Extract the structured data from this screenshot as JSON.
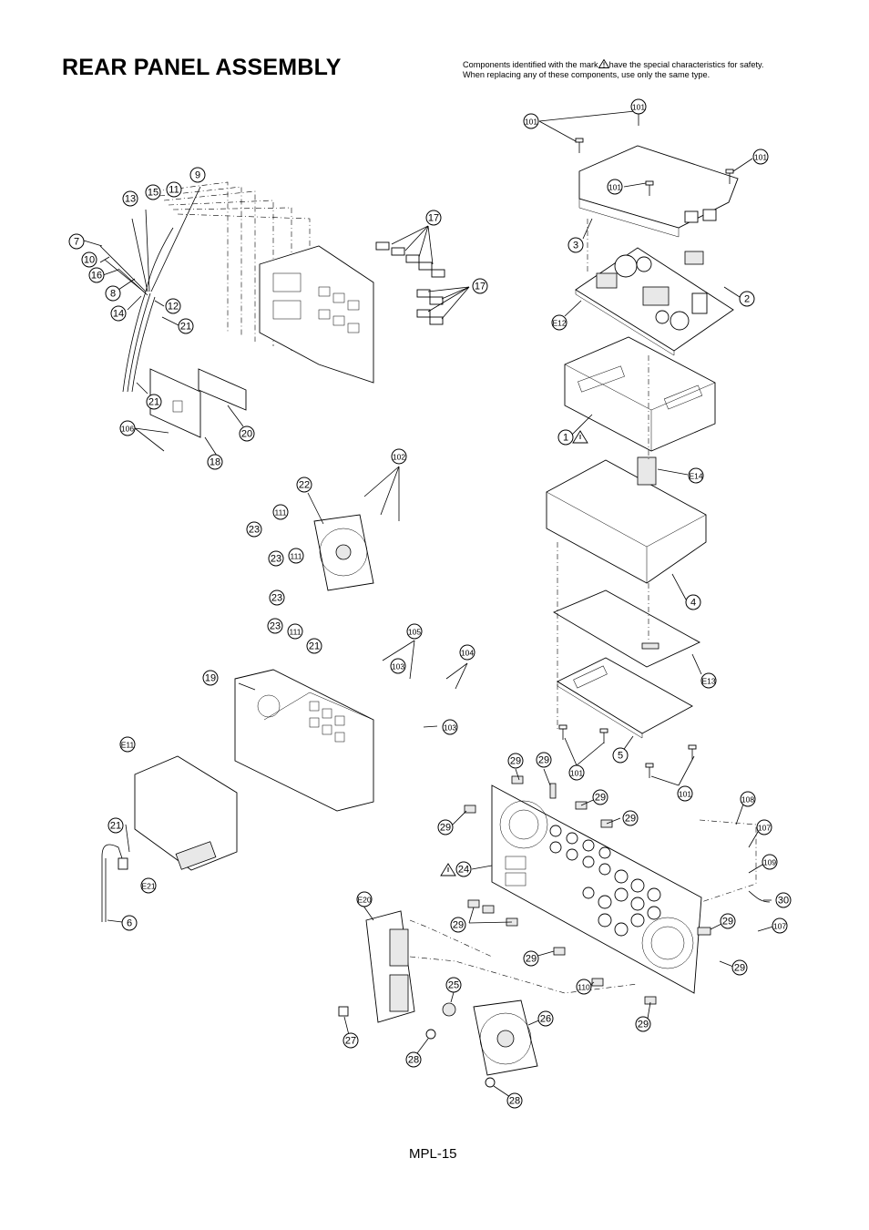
{
  "title": "REAR PANEL ASSEMBLY",
  "safety_note": {
    "line1_before": "Components identified with the mark",
    "line1_after": "have the special characteristics for safety.",
    "line2": "When replacing any of these components, use only the same type."
  },
  "page_number": "MPL-15",
  "icons": {
    "safety_mark": "warning-triangle-icon"
  },
  "callouts": [
    {
      "label": "101"
    },
    {
      "label": "101"
    },
    {
      "label": "101"
    },
    {
      "label": "101"
    },
    {
      "label": "3"
    },
    {
      "label": "2"
    },
    {
      "label": "E12"
    },
    {
      "label": "1"
    },
    {
      "label": "E14"
    },
    {
      "label": "4"
    },
    {
      "label": "E13"
    },
    {
      "label": "5"
    },
    {
      "label": "101"
    },
    {
      "label": "101"
    },
    {
      "label": "9"
    },
    {
      "label": "13"
    },
    {
      "label": "15"
    },
    {
      "label": "11"
    },
    {
      "label": "7"
    },
    {
      "label": "10"
    },
    {
      "label": "16"
    },
    {
      "label": "8"
    },
    {
      "label": "14"
    },
    {
      "label": "12"
    },
    {
      "label": "21"
    },
    {
      "label": "17"
    },
    {
      "label": "17"
    },
    {
      "label": "21"
    },
    {
      "label": "106"
    },
    {
      "label": "20"
    },
    {
      "label": "18"
    },
    {
      "label": "102"
    },
    {
      "label": "22"
    },
    {
      "label": "111"
    },
    {
      "label": "23"
    },
    {
      "label": "111"
    },
    {
      "label": "23"
    },
    {
      "label": "23"
    },
    {
      "label": "23"
    },
    {
      "label": "111"
    },
    {
      "label": "21"
    },
    {
      "label": "19"
    },
    {
      "label": "105"
    },
    {
      "label": "104"
    },
    {
      "label": "103"
    },
    {
      "label": "103"
    },
    {
      "label": "E11"
    },
    {
      "label": "21"
    },
    {
      "label": "E21"
    },
    {
      "label": "6"
    },
    {
      "label": "29"
    },
    {
      "label": "29"
    },
    {
      "label": "29"
    },
    {
      "label": "29"
    },
    {
      "label": "29"
    },
    {
      "label": "24"
    },
    {
      "label": "108"
    },
    {
      "label": "107"
    },
    {
      "label": "109"
    },
    {
      "label": "30"
    },
    {
      "label": "29"
    },
    {
      "label": "107"
    },
    {
      "label": "29"
    },
    {
      "label": "29"
    },
    {
      "label": "110"
    },
    {
      "label": "29"
    },
    {
      "label": "E20"
    },
    {
      "label": "25"
    },
    {
      "label": "26"
    },
    {
      "label": "27"
    },
    {
      "label": "28"
    },
    {
      "label": "28"
    },
    {
      "label": "29"
    }
  ]
}
